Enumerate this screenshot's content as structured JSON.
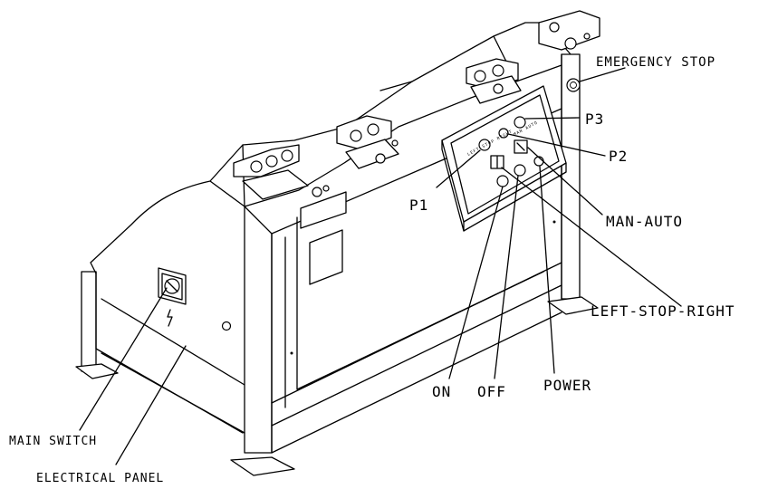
{
  "labels": {
    "emergency_stop": "EMERGENCY STOP",
    "p3": "P3",
    "p2": "P2",
    "p1": "P1",
    "man_auto": "MAN-AUTO",
    "left_stop_right": "LEFT-STOP-RIGHT",
    "on": "ON",
    "off": "OFF",
    "power": "POWER",
    "main_switch": "MAIN SWITCH",
    "electrical_panel": "ELECTRICAL PANEL"
  },
  "panel_text": {
    "left_stop_right": "LEFT STOP RIGHT",
    "man_auto": "MAN AUTO"
  }
}
